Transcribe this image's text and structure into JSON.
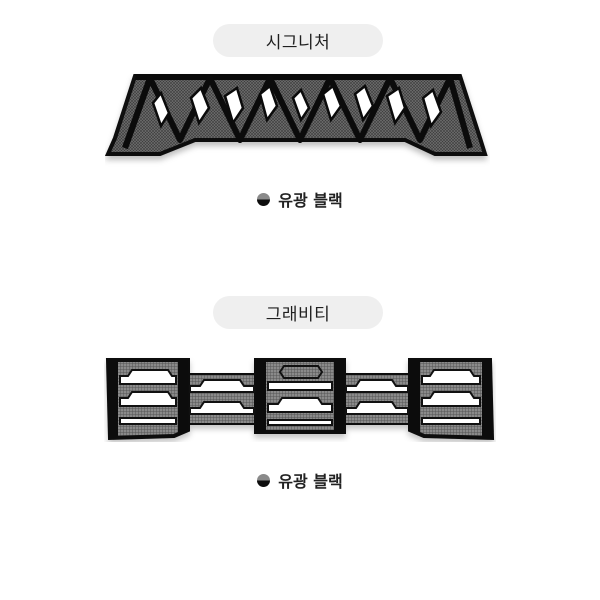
{
  "products": [
    {
      "name": "시그니처",
      "image_alt": "signature-grille",
      "option": {
        "label": "유광 블랙",
        "swatch_colors": [
          "#8a8a8a",
          "#0d0d0d"
        ]
      }
    },
    {
      "name": "그래비티",
      "image_alt": "gravity-grille",
      "option": {
        "label": "유광 블랙",
        "swatch_colors": [
          "#8a8a8a",
          "#0d0d0d"
        ]
      }
    }
  ]
}
